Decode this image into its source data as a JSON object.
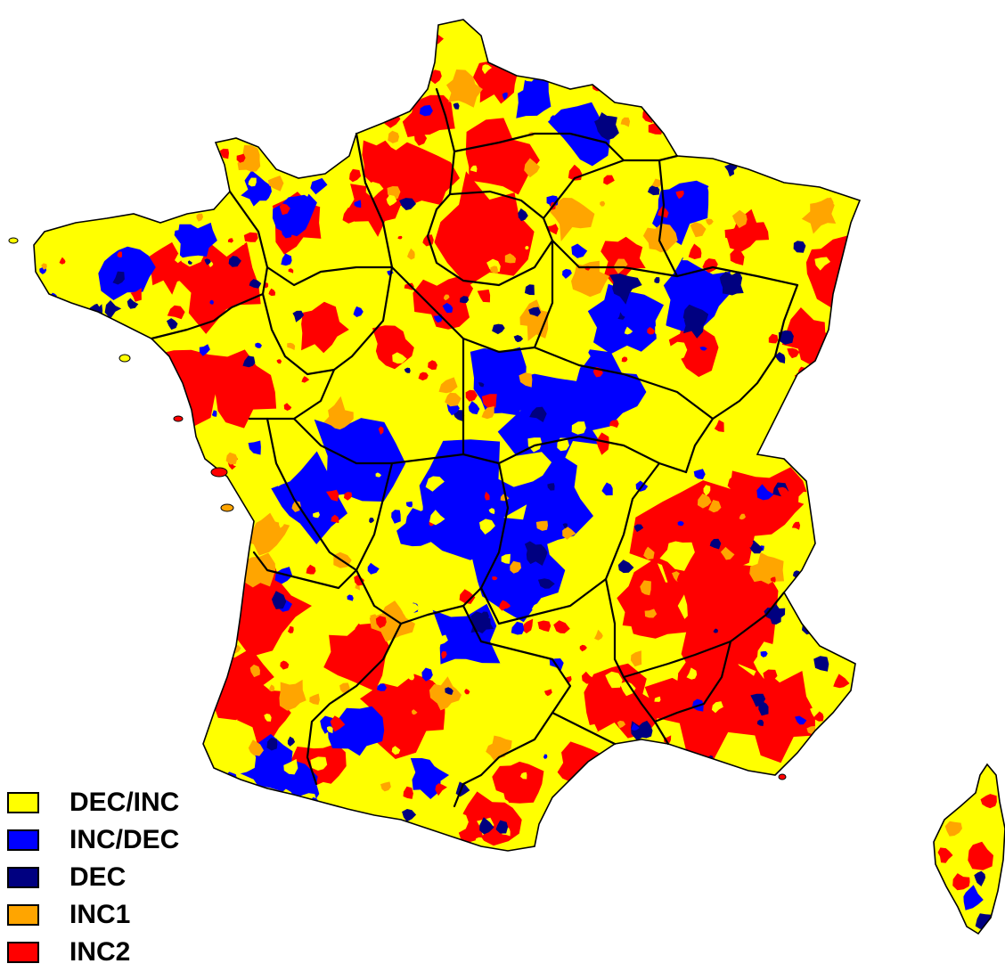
{
  "map": {
    "background": "#ffffff",
    "border_color": "#000000",
    "region_count": 22
  },
  "legend": {
    "items": [
      {
        "label": "DEC/INC",
        "color": "#ffff00"
      },
      {
        "label": "INC/DEC",
        "color": "#0000ff"
      },
      {
        "label": "DEC",
        "color": "#000080"
      },
      {
        "label": "INC1",
        "color": "#ffa500"
      },
      {
        "label": "INC2",
        "color": "#ff0000"
      }
    ]
  }
}
